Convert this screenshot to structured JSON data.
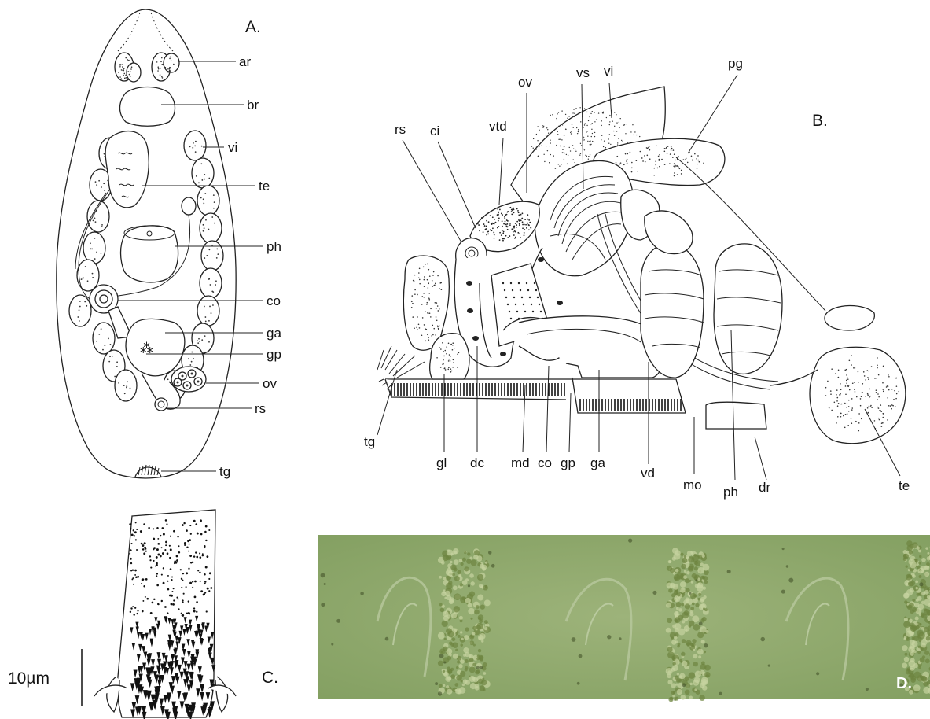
{
  "panel_a": {
    "title": "A.",
    "labels": [
      "ar",
      "br",
      "vi",
      "te",
      "ph",
      "co",
      "ga",
      "gp",
      "ov",
      "rs",
      "tg"
    ]
  },
  "panel_b": {
    "title": "B.",
    "labels": [
      "vi",
      "vs",
      "ov",
      "vtd",
      "pg",
      "ci",
      "rs",
      "tg",
      "gl",
      "dc",
      "md",
      "co",
      "gp",
      "ga",
      "vd",
      "mo",
      "ph",
      "dr",
      "te"
    ]
  },
  "panel_c": {
    "title": "C.",
    "scale_label": "10µm"
  },
  "panel_d": {
    "title": "D.",
    "colors": {
      "photo_bg": "#8aa266",
      "photo_light": "#a4b683",
      "granule": "#6b7f3c"
    }
  }
}
